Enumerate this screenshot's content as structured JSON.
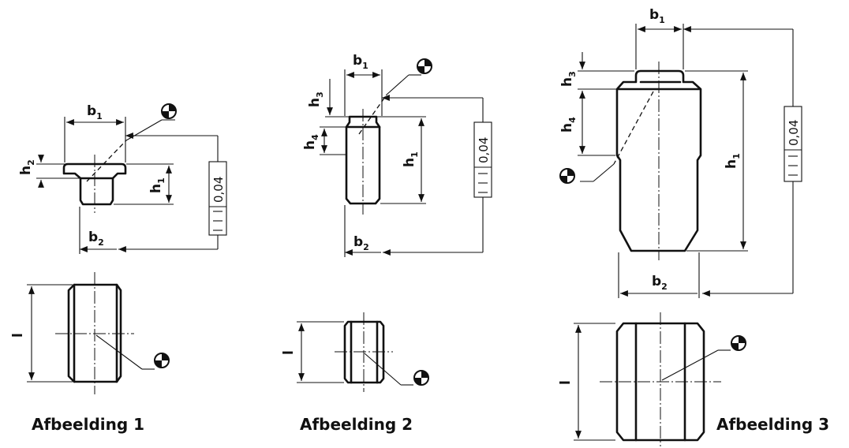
{
  "labels": {
    "b": "b",
    "h": "h",
    "l": "l",
    "sub1": "1",
    "sub2": "2",
    "sub3": "3",
    "sub4": "4"
  },
  "tolerance": "0,04",
  "captions": {
    "fig1": "Afbeelding 1",
    "fig2": "Afbeelding 2",
    "fig3": "Afbeelding 3"
  }
}
